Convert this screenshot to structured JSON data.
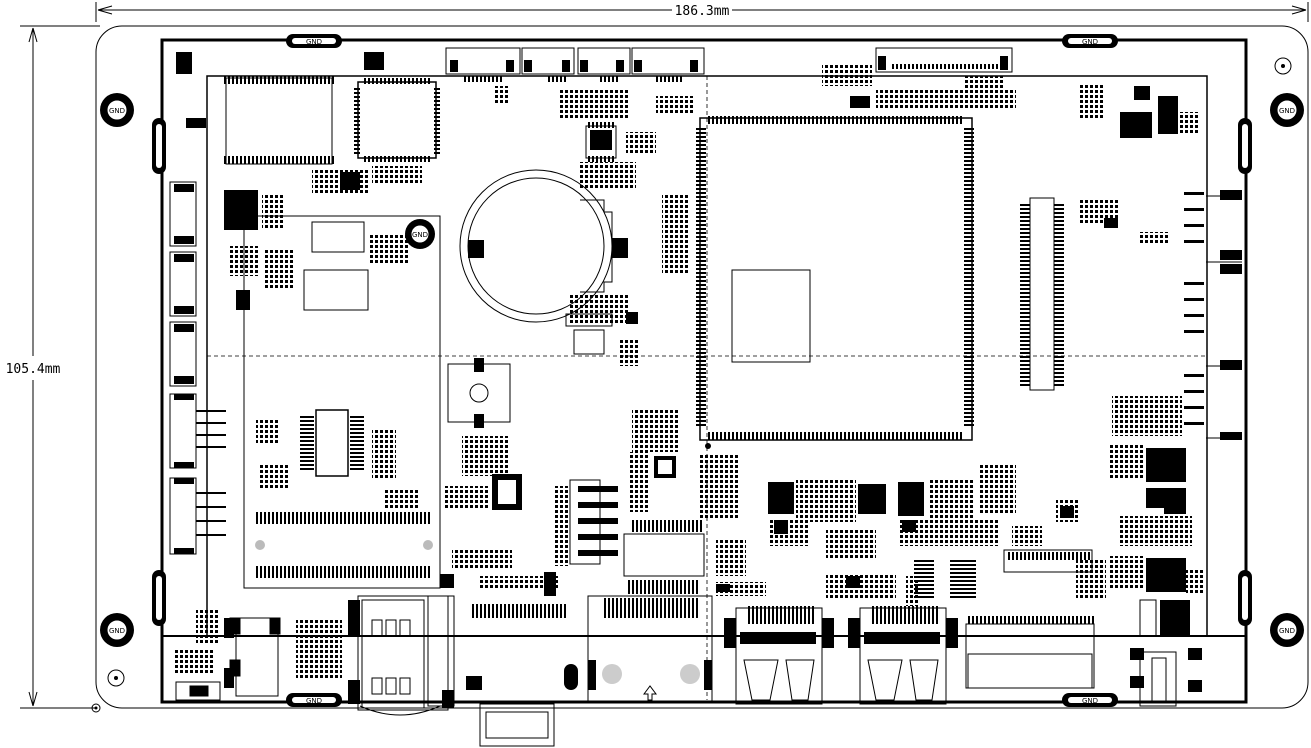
{
  "drawing": {
    "width_label": "186.3mm",
    "height_label": "105.4mm",
    "mount_mark": "GND",
    "slot_mark": "GND"
  }
}
